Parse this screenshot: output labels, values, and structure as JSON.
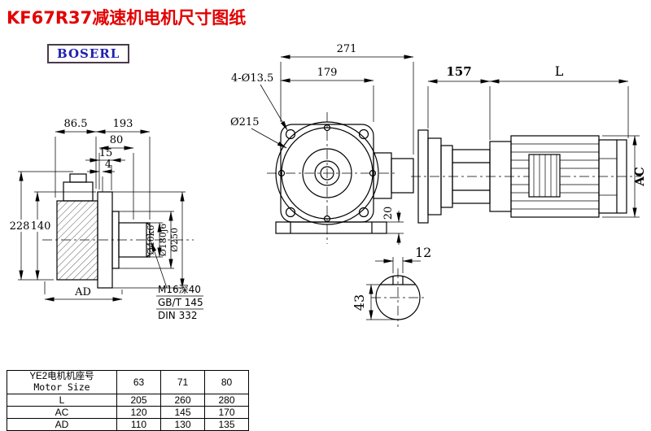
{
  "title": "KF67R37减速机电机尺寸图纸",
  "brand": "BOSERL",
  "front_view": {
    "dim_total_width": "271",
    "dim_flange_width": "179",
    "bolt_holes_label": "4-Ø13.5",
    "flange_dia_label": "Ø215",
    "dim_foot": "20"
  },
  "side_view": {
    "dim_adapter_length": "157",
    "dim_motor_length": "L",
    "dim_motor_height": "AC"
  },
  "output_view": {
    "dim_housing_width": "86.5",
    "dim_flange_to_shaft_end": "193",
    "dim_shaft_length": "80",
    "dim_spigot_depth": "15",
    "dim_gap": "4",
    "dim_total_height": "228",
    "dim_center_height": "140",
    "dim_housing_depth": "AD",
    "shaft_dia_label": "Ø40k6",
    "spigot_dia_label": "Ø180j6",
    "flange_dia_label": "Ø250",
    "thread_note_line1": "M16深40",
    "thread_note_line2": "GB/T 145",
    "thread_note_line3": "DIN 332"
  },
  "shaft_section_view": {
    "dim_key_width": "12",
    "dim_shaft_height": "43"
  },
  "table": {
    "header_line1": "YE2电机机座号",
    "header_line2": "Motor Size",
    "sizes": [
      "63",
      "71",
      "80"
    ],
    "rows": [
      {
        "label": "L",
        "values": [
          "205",
          "260",
          "280"
        ]
      },
      {
        "label": "AC",
        "values": [
          "120",
          "145",
          "170"
        ]
      },
      {
        "label": "AD",
        "values": [
          "110",
          "130",
          "135"
        ]
      }
    ]
  }
}
